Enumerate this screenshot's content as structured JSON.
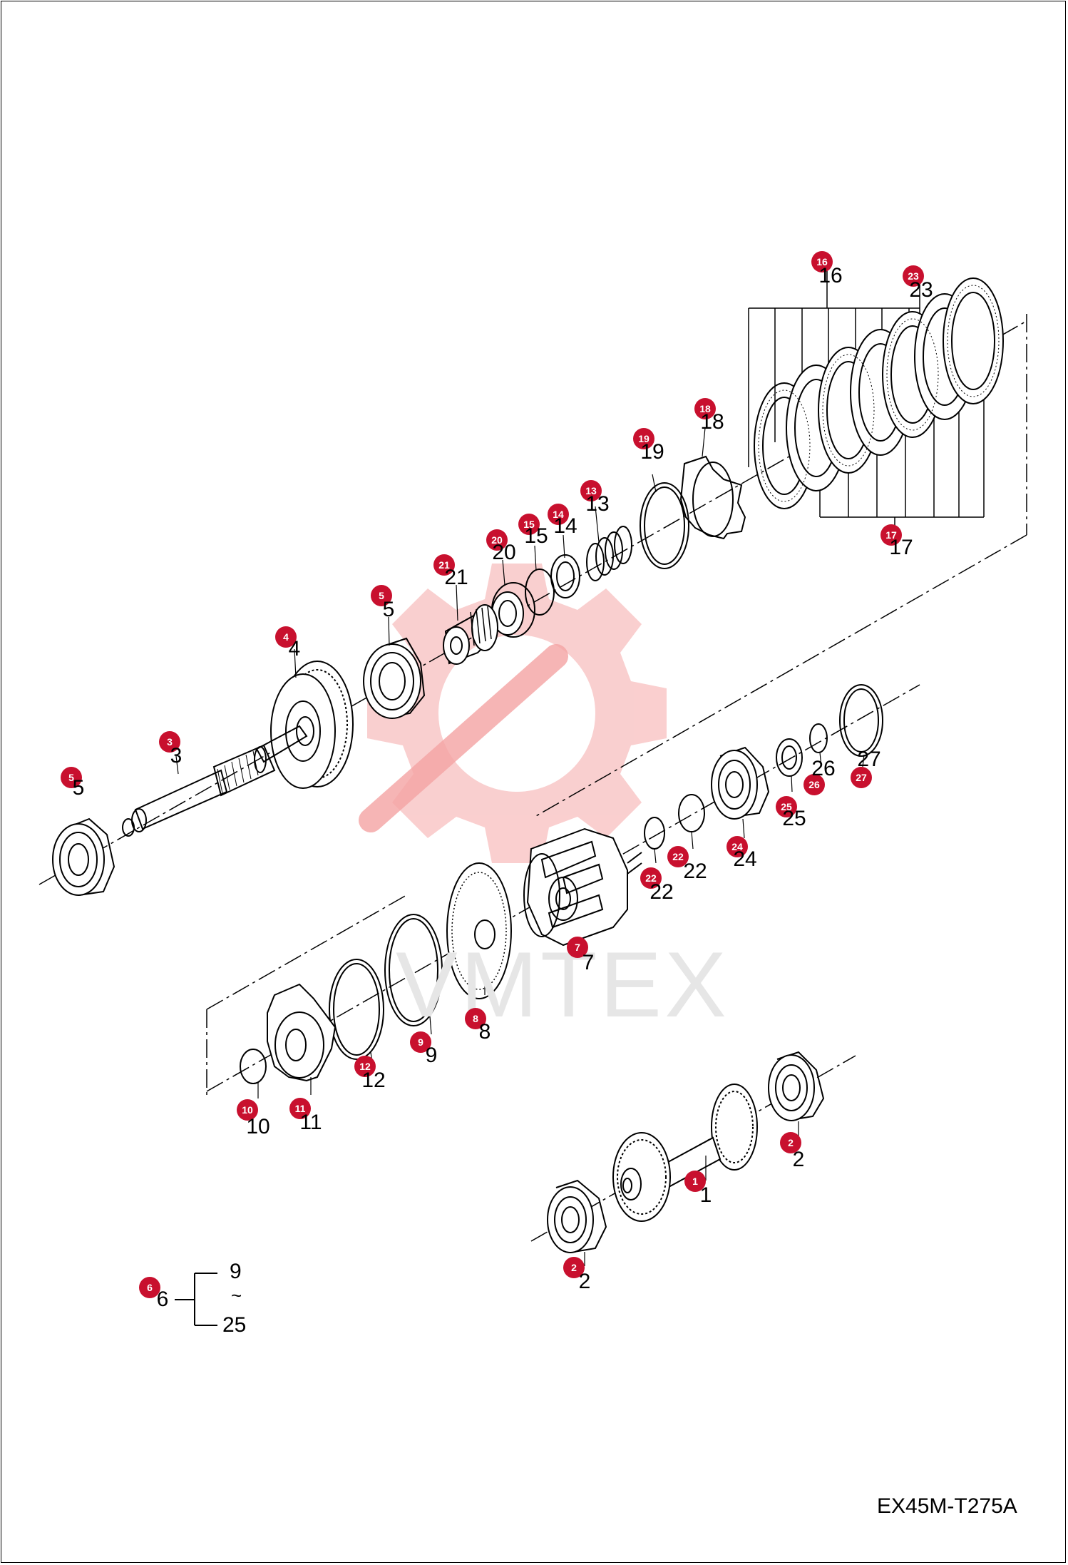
{
  "drawing_code": "EX45M-T275A",
  "watermark_text": "VMTEX",
  "callouts": [
    {
      "id": "c16",
      "num": "16"
    },
    {
      "id": "c23",
      "num": "23"
    },
    {
      "id": "c18",
      "num": "18"
    },
    {
      "id": "c19",
      "num": "19"
    },
    {
      "id": "c13",
      "num": "13"
    },
    {
      "id": "c14",
      "num": "14"
    },
    {
      "id": "c15",
      "num": "15"
    },
    {
      "id": "c20",
      "num": "20"
    },
    {
      "id": "c21",
      "num": "21"
    },
    {
      "id": "c17",
      "num": "17"
    },
    {
      "id": "c5a",
      "num": "5"
    },
    {
      "id": "c4",
      "num": "4"
    },
    {
      "id": "c3",
      "num": "3"
    },
    {
      "id": "c5b",
      "num": "5"
    },
    {
      "id": "c27",
      "num": "27"
    },
    {
      "id": "c26",
      "num": "26"
    },
    {
      "id": "c25",
      "num": "25"
    },
    {
      "id": "c24",
      "num": "24"
    },
    {
      "id": "c22a",
      "num": "22"
    },
    {
      "id": "c22b",
      "num": "22"
    },
    {
      "id": "c7",
      "num": "7"
    },
    {
      "id": "c8",
      "num": "8"
    },
    {
      "id": "c9",
      "num": "9"
    },
    {
      "id": "c12",
      "num": "12"
    },
    {
      "id": "c11",
      "num": "11"
    },
    {
      "id": "c10",
      "num": "10"
    },
    {
      "id": "c2a",
      "num": "2"
    },
    {
      "id": "c1",
      "num": "1"
    },
    {
      "id": "c2b",
      "num": "2"
    },
    {
      "id": "c6",
      "num": "6"
    }
  ],
  "labels": [
    {
      "id": "l16",
      "text": "16"
    },
    {
      "id": "l23",
      "text": "23"
    },
    {
      "id": "l18",
      "text": "18"
    },
    {
      "id": "l19",
      "text": "19"
    },
    {
      "id": "l13",
      "text": "13"
    },
    {
      "id": "l14",
      "text": "14"
    },
    {
      "id": "l15",
      "text": "15"
    },
    {
      "id": "l20",
      "text": "20"
    },
    {
      "id": "l21",
      "text": "21"
    },
    {
      "id": "l17",
      "text": "17"
    },
    {
      "id": "l5a",
      "text": "5"
    },
    {
      "id": "l4",
      "text": "4"
    },
    {
      "id": "l3",
      "text": "3"
    },
    {
      "id": "l5b",
      "text": "5"
    },
    {
      "id": "l27",
      "text": "27"
    },
    {
      "id": "l26",
      "text": "26"
    },
    {
      "id": "l25",
      "text": "25"
    },
    {
      "id": "l24",
      "text": "24"
    },
    {
      "id": "l22a",
      "text": "22"
    },
    {
      "id": "l22b",
      "text": "22"
    },
    {
      "id": "l7",
      "text": "7"
    },
    {
      "id": "l8",
      "text": "8"
    },
    {
      "id": "l9",
      "text": "9"
    },
    {
      "id": "l12",
      "text": "12"
    },
    {
      "id": "l11",
      "text": "11"
    },
    {
      "id": "l10",
      "text": "10"
    },
    {
      "id": "l2a",
      "text": "2"
    },
    {
      "id": "l1",
      "text": "1"
    },
    {
      "id": "l2b",
      "text": "2"
    },
    {
      "id": "l6",
      "text": "6"
    }
  ],
  "assembly_bracket": {
    "from": "9",
    "range_symbol": "~",
    "to": "25"
  }
}
